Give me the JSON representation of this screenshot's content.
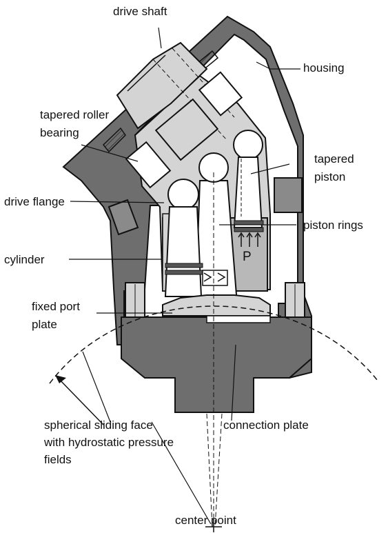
{
  "labels": {
    "drive_shaft": "drive shaft",
    "housing": "housing",
    "tapered_roller_bearing": [
      "tapered roller",
      "bearing"
    ],
    "tapered_piston": [
      "tapered",
      "piston"
    ],
    "drive_flange": "drive flange",
    "piston_rings": "piston rings",
    "cylinder": "cylinder",
    "pressure": "P",
    "fixed_port_plate": [
      "fixed port",
      "plate"
    ],
    "spherical_sliding_face": [
      "spherical sliding face",
      "with hydrostatic pressure",
      "fields"
    ],
    "connection_plate": "connection plate",
    "center_point": "center point"
  },
  "colors": {
    "dark_gray": "#6e6e6e",
    "mid_gray": "#a9a9a9",
    "light_gray": "#d4d4d4",
    "outline": "#111111"
  }
}
